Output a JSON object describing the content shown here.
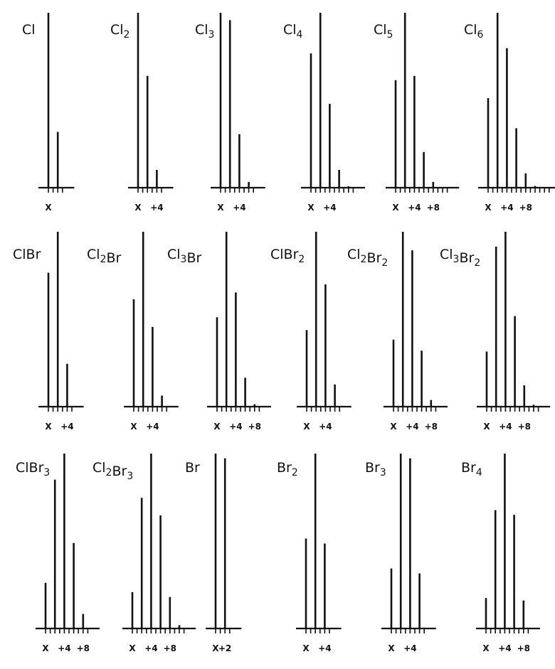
{
  "chart_data": [
    {
      "type": "bar",
      "title": "Cl",
      "title_parts": [
        {
          "t": "Cl",
          "sub": false
        }
      ],
      "x": [
        0,
        2
      ],
      "values": [
        100,
        31.9
      ],
      "tick_labels": [
        "X"
      ]
    },
    {
      "type": "bar",
      "title": "Cl2",
      "title_parts": [
        {
          "t": "Cl",
          "sub": false
        },
        {
          "t": "2",
          "sub": true
        }
      ],
      "x": [
        0,
        2,
        4
      ],
      "values": [
        100,
        63.9,
        10.2
      ],
      "tick_labels": [
        "X",
        "+4"
      ]
    },
    {
      "type": "bar",
      "title": "Cl3",
      "title_parts": [
        {
          "t": "Cl",
          "sub": false
        },
        {
          "t": "3",
          "sub": true
        }
      ],
      "x": [
        0,
        2,
        4,
        6
      ],
      "values": [
        100,
        95.8,
        30.6,
        3.3
      ],
      "tick_labels": [
        "X",
        "+4"
      ]
    },
    {
      "type": "bar",
      "title": "Cl4",
      "title_parts": [
        {
          "t": "Cl",
          "sub": false
        },
        {
          "t": "4",
          "sub": true
        }
      ],
      "x": [
        0,
        2,
        4,
        6,
        8
      ],
      "values": [
        76.8,
        100,
        47.9,
        10.2,
        0.8
      ],
      "tick_labels": [
        "X",
        "+4"
      ]
    },
    {
      "type": "bar",
      "title": "Cl5",
      "title_parts": [
        {
          "t": "Cl",
          "sub": false
        },
        {
          "t": "5",
          "sub": true
        }
      ],
      "x": [
        0,
        2,
        4,
        6,
        8,
        10
      ],
      "values": [
        61.5,
        100,
        63.9,
        20.4,
        3.3,
        0.2
      ],
      "tick_labels": [
        "X",
        "+4",
        "+8"
      ]
    },
    {
      "type": "bar",
      "title": "Cl6",
      "title_parts": [
        {
          "t": "Cl",
          "sub": false
        },
        {
          "t": "6",
          "sub": true
        }
      ],
      "x": [
        0,
        2,
        4,
        6,
        8,
        10,
        12
      ],
      "values": [
        51.2,
        100,
        79.8,
        34.0,
        8.2,
        1.0,
        0.1
      ],
      "tick_labels": [
        "X",
        "+4",
        "+8"
      ]
    },
    {
      "type": "bar",
      "title": "ClBr",
      "title_parts": [
        {
          "t": "ClBr",
          "sub": false
        }
      ],
      "x": [
        0,
        2,
        4
      ],
      "values": [
        76.6,
        100,
        24.5
      ],
      "tick_labels": [
        "X",
        "+4"
      ]
    },
    {
      "type": "bar",
      "title": "Cl2Br",
      "title_parts": [
        {
          "t": "Cl",
          "sub": false
        },
        {
          "t": "2",
          "sub": true
        },
        {
          "t": "Br",
          "sub": false
        }
      ],
      "x": [
        0,
        2,
        4,
        6
      ],
      "values": [
        61.4,
        100,
        45.6,
        6.3
      ],
      "tick_labels": [
        "X",
        "+4"
      ]
    },
    {
      "type": "bar",
      "title": "Cl3Br",
      "title_parts": [
        {
          "t": "Cl",
          "sub": false
        },
        {
          "t": "3",
          "sub": true
        },
        {
          "t": "Br",
          "sub": false
        }
      ],
      "x": [
        0,
        2,
        4,
        6,
        8
      ],
      "values": [
        51.1,
        100,
        65.3,
        16.5,
        1.4
      ],
      "tick_labels": [
        "X",
        "+4",
        "+8"
      ]
    },
    {
      "type": "bar",
      "title": "ClBr2",
      "title_parts": [
        {
          "t": "ClBr",
          "sub": false
        },
        {
          "t": "2",
          "sub": true
        }
      ],
      "x": [
        0,
        2,
        4,
        6
      ],
      "values": [
        43.8,
        100,
        69.9,
        12.7
      ],
      "tick_labels": [
        "X",
        "+4"
      ]
    },
    {
      "type": "bar",
      "title": "Cl2Br2",
      "title_parts": [
        {
          "t": "Cl",
          "sub": false
        },
        {
          "t": "2",
          "sub": true
        },
        {
          "t": "Br",
          "sub": false
        },
        {
          "t": "2",
          "sub": true
        }
      ],
      "x": [
        0,
        2,
        4,
        6,
        8
      ],
      "values": [
        38.3,
        100,
        89.4,
        32.0,
        3.8
      ],
      "tick_labels": [
        "X",
        "+4",
        "+8"
      ]
    },
    {
      "type": "bar",
      "title": "Cl3Br2",
      "title_parts": [
        {
          "t": "Cl",
          "sub": false
        },
        {
          "t": "3",
          "sub": true
        },
        {
          "t": "Br",
          "sub": false
        },
        {
          "t": "2",
          "sub": true
        }
      ],
      "x": [
        0,
        2,
        4,
        6,
        8,
        10
      ],
      "values": [
        31.5,
        91.5,
        100,
        51.8,
        12.2,
        1.1
      ],
      "tick_labels": [
        "X",
        "+4",
        "+8"
      ]
    },
    {
      "type": "bar",
      "title": "ClBr3",
      "title_parts": [
        {
          "t": "ClBr",
          "sub": false
        },
        {
          "t": "3",
          "sub": true
        }
      ],
      "x": [
        0,
        2,
        4,
        6,
        8
      ],
      "values": [
        26.1,
        85.1,
        100,
        48.9,
        8.3
      ],
      "tick_labels": [
        "X",
        "+4",
        "+8"
      ]
    },
    {
      "type": "bar",
      "title": "Cl2Br3",
      "title_parts": [
        {
          "t": "Cl",
          "sub": false
        },
        {
          "t": "2",
          "sub": true
        },
        {
          "t": "Br",
          "sub": false
        },
        {
          "t": "3",
          "sub": true
        }
      ],
      "x": [
        0,
        2,
        4,
        6,
        8,
        10
      ],
      "values": [
        20.8,
        74.7,
        100,
        64.7,
        18.0,
        1.9
      ],
      "tick_labels": [
        "X",
        "+4",
        "+8"
      ]
    },
    {
      "type": "bar",
      "title": "Br",
      "title_parts": [
        {
          "t": "Br",
          "sub": false
        }
      ],
      "x": [
        0,
        2
      ],
      "values": [
        100,
        97.3
      ],
      "tick_labels": [
        "X",
        "+2"
      ]
    },
    {
      "type": "bar",
      "title": "Br2",
      "title_parts": [
        {
          "t": "Br",
          "sub": false
        },
        {
          "t": "2",
          "sub": true
        }
      ],
      "x": [
        0,
        2,
        4
      ],
      "values": [
        51.4,
        100,
        48.6
      ],
      "tick_labels": [
        "X",
        "+4"
      ]
    },
    {
      "type": "bar",
      "title": "Br3",
      "title_parts": [
        {
          "t": "Br",
          "sub": false
        },
        {
          "t": "3",
          "sub": true
        }
      ],
      "x": [
        0,
        2,
        4,
        6
      ],
      "values": [
        34.3,
        100,
        97.3,
        31.5
      ],
      "tick_labels": [
        "X",
        "+4"
      ]
    },
    {
      "type": "bar",
      "title": "Br4",
      "title_parts": [
        {
          "t": "Br",
          "sub": false
        },
        {
          "t": "4",
          "sub": true
        }
      ],
      "x": [
        0,
        2,
        4,
        6,
        8
      ],
      "values": [
        17.4,
        67.7,
        100,
        65.0,
        16.0
      ],
      "tick_labels": [
        "X",
        "+4",
        "+8"
      ]
    }
  ],
  "colors": {
    "ink": "#111111",
    "background": "#ffffff"
  }
}
